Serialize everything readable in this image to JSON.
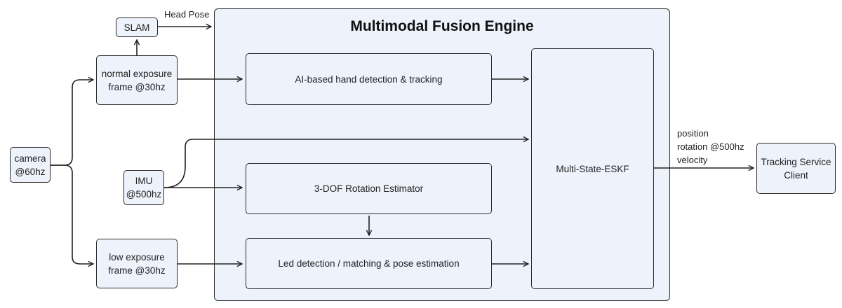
{
  "engine": {
    "title": "Multimodal Fusion Engine"
  },
  "nodes": {
    "camera": "camera\n@60hz",
    "slam": "SLAM",
    "normal_frame": "normal exposure\nframe @30hz",
    "imu": "IMU\n@500hz",
    "low_frame": "low exposure\nframe @30hz",
    "hand_tracking": "AI-based hand detection & tracking",
    "rotation_estimator": "3-DOF Rotation Estimator",
    "led_detection": "Led detection / matching & pose estimation",
    "eskf": "Multi-State-ESKF",
    "client": "Tracking Service\nClient"
  },
  "edge_labels": {
    "head_pose": "Head Pose",
    "eskf_output": "position\nrotation @500hz\nvelocity"
  }
}
